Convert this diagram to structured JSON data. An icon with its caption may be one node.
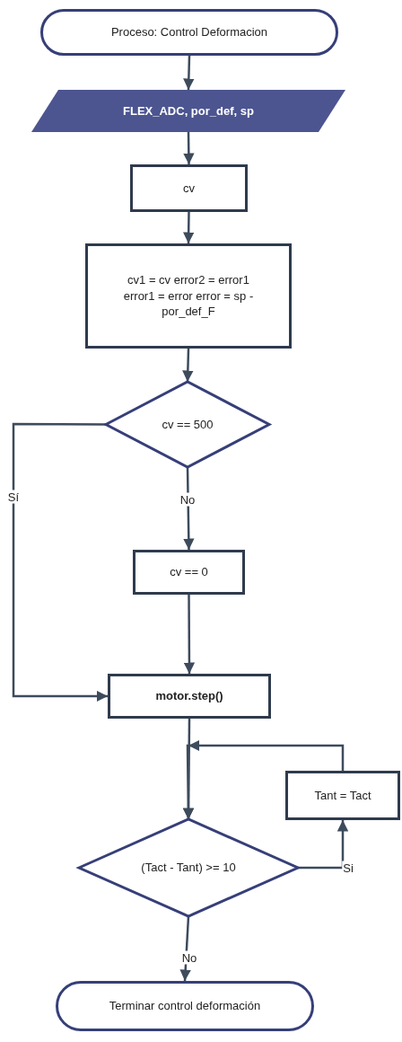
{
  "diagram": {
    "nodes": [
      {
        "text": [
          "Proceso: Control Deformacion"
        ]
      },
      {
        "text": [
          "FLEX_ADC, por_def, sp"
        ]
      },
      {
        "text": [
          "cv"
        ]
      },
      {
        "text": [
          "cv1 = cv error2 = error1 error1 = error error = sp - por_def_F"
        ]
      },
      {
        "text": [
          "cv == 500"
        ]
      },
      {
        "text": [
          "cv == 0"
        ]
      },
      {
        "text": [
          "motor.step()"
        ]
      },
      {
        "text": [
          "Tant = Tact"
        ]
      },
      {
        "text": [
          "(Tact - Tant) >= 10"
        ]
      },
      {
        "text": [
          "Terminar control deformación"
        ]
      }
    ],
    "edges": [
      {
        "from": 0,
        "to": 1,
        "arrow": "to"
      },
      {
        "from": 1,
        "to": 2,
        "arrow": "to"
      },
      {
        "from": 2,
        "to": 3,
        "arrow": "to"
      },
      {
        "from": 3,
        "to": 4,
        "arrow": "to"
      },
      {
        "from": 4,
        "to": 6,
        "arrow": "to",
        "label": "Sí"
      },
      {
        "from": 4,
        "to": 5,
        "arrow": "to",
        "label": "No"
      },
      {
        "from": 5,
        "to": 6,
        "arrow": "to"
      },
      {
        "from": 6,
        "to": 8,
        "arrow": "to"
      },
      {
        "from": 8,
        "to": 9,
        "arrow": "to",
        "label": "No"
      },
      {
        "from": 8,
        "to": 7,
        "arrow": "to",
        "label": "Si"
      },
      {
        "from": 7,
        "to": 8,
        "arrow": "to"
      }
    ]
  }
}
